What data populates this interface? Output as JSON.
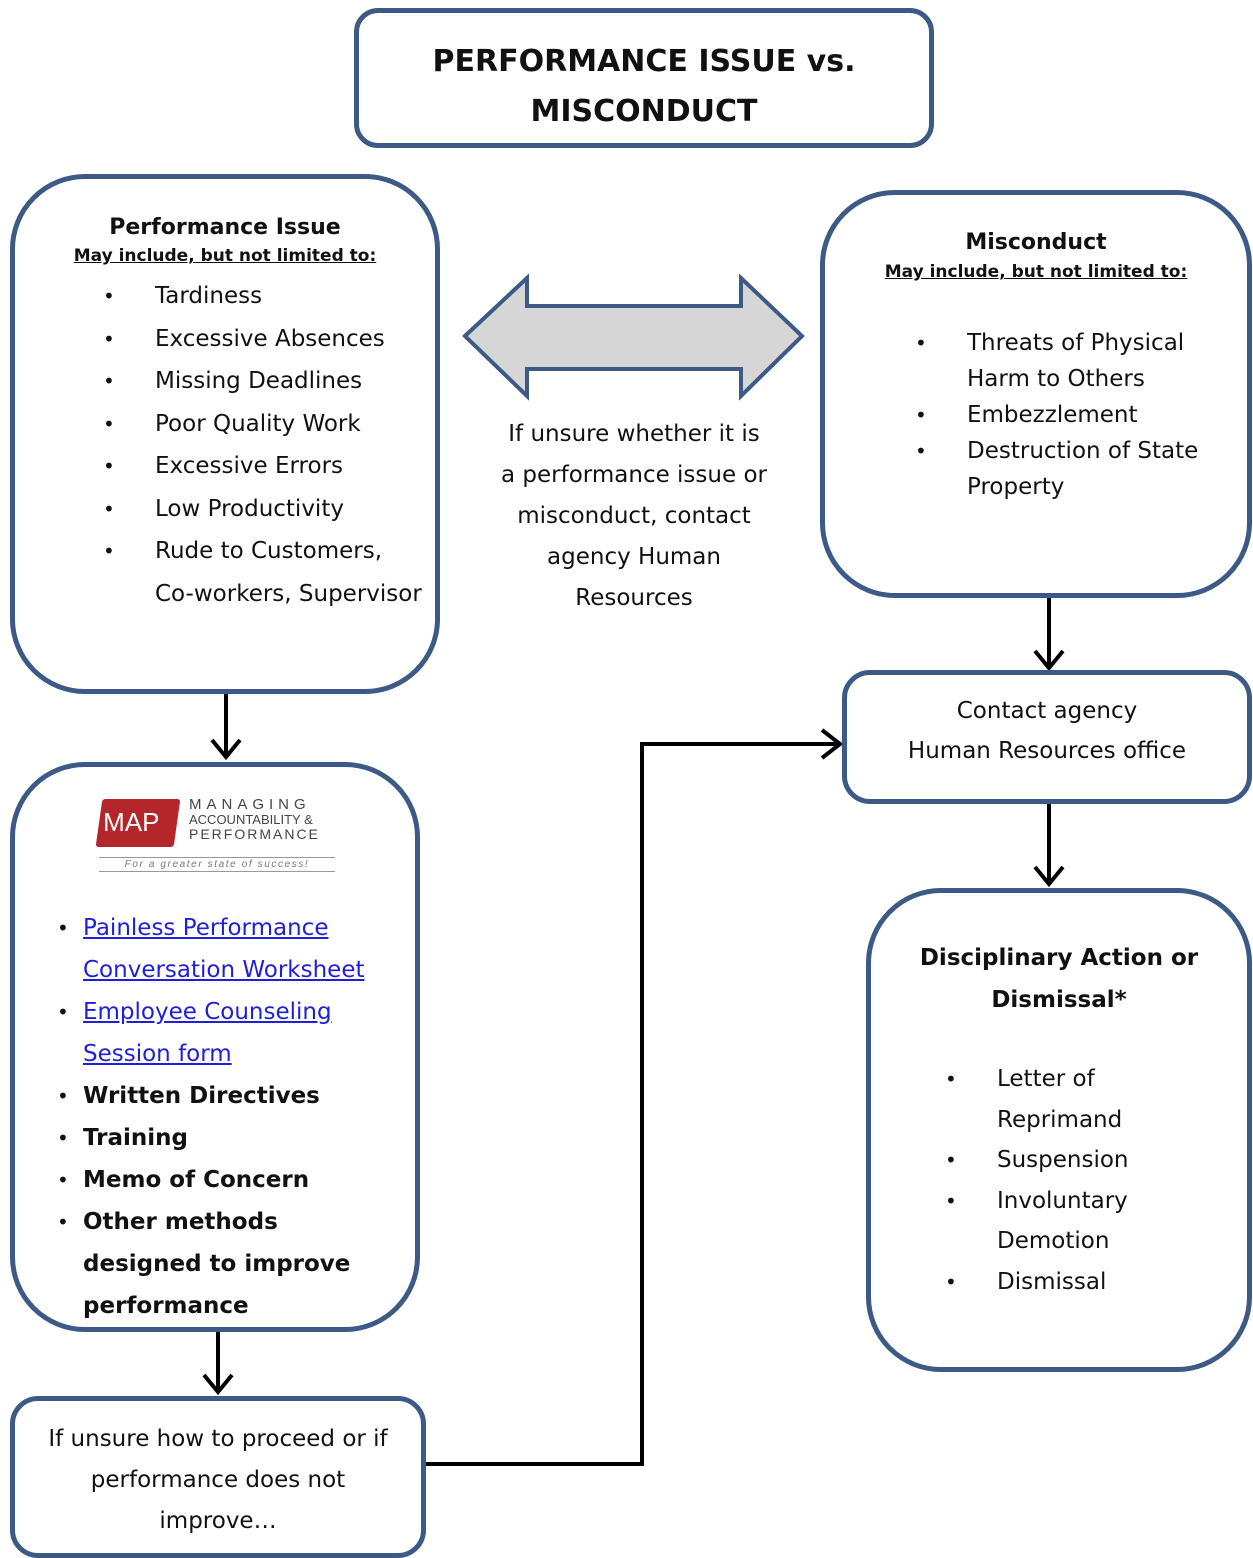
{
  "title": {
    "line1": "PERFORMANCE ISSUE vs.",
    "line2": "MISCONDUCT"
  },
  "performance": {
    "heading": "Performance Issue",
    "subheading": "May include, but not limited to:",
    "items": [
      "Tardiness",
      "Excessive Absences",
      "Missing Deadlines",
      "Poor Quality Work",
      "Excessive Errors",
      "Low Productivity",
      "Rude to Customers, Co-workers, Supervisor"
    ]
  },
  "misconduct": {
    "heading": "Misconduct",
    "subheading": "May include, but not limited to:",
    "items": [
      "Threats of Physical Harm to Others",
      "Embezzlement",
      "Destruction of State Property"
    ]
  },
  "middle_note": "If unsure whether it is a performance issue or misconduct, contact agency Human Resources",
  "map_logo": {
    "mark": "MAP",
    "line1": "MANAGING",
    "line2": "ACCOUNTABILITY &",
    "line3": "PERFORMANCE",
    "tagline": "For a greater state of success!",
    "colors": {
      "red": "#b5262a",
      "gray": "#555555"
    }
  },
  "map_box": {
    "links": [
      "Painless Performance Conversation Worksheet",
      "Employee Counseling Session form"
    ],
    "bold_items": [
      "Written Directives",
      "Training",
      "Memo of Concern",
      "Other methods designed to improve performance"
    ]
  },
  "unsure_box": "If unsure how to proceed or if performance does not improve…",
  "contact_box": {
    "line1": "Contact agency",
    "line2": "Human Resources office"
  },
  "disciplinary": {
    "heading": "Disciplinary Action or Dismissal*",
    "items": [
      "Letter of Reprimand",
      "Suspension",
      "Involuntary Demotion",
      "Dismissal"
    ]
  },
  "colors": {
    "border": "#3c5a85",
    "arrow_fill": "#d6d6d6",
    "link": "#1f1fd8"
  }
}
